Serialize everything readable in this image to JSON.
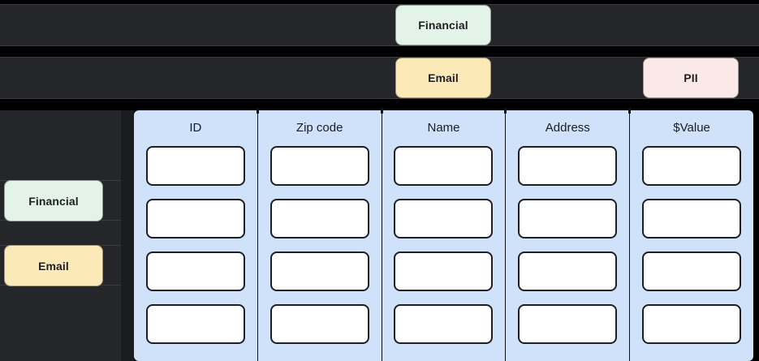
{
  "theme": {
    "page_background": "#000000",
    "row_background": "#252629",
    "row_seam": "#3a3b3f",
    "table_column_background": "#cfe2f9",
    "cell_background": "#ffffff",
    "cell_border": "#1e1f24",
    "text_dark": "#1a1c20"
  },
  "tag_rows": [
    {
      "row_name": "row-financial",
      "tags": [
        {
          "label": "Financial",
          "color": "#e3f3e8"
        }
      ]
    },
    {
      "row_name": "row-email-pii",
      "tags": [
        {
          "label": "Email",
          "color": "#fce9b8"
        },
        {
          "label": "PII",
          "color": "#fbe9e7"
        }
      ]
    }
  ],
  "sidebar": {
    "items": [
      {
        "label": "Financial",
        "color": "#e3f3e8"
      },
      {
        "label": "Email",
        "color": "#fce9b8"
      }
    ]
  },
  "table": {
    "columns": [
      {
        "header": "ID"
      },
      {
        "header": "Zip code"
      },
      {
        "header": "Name"
      },
      {
        "header": "Address"
      },
      {
        "header": "$Value"
      }
    ],
    "row_count": 4,
    "cell_value": ""
  }
}
